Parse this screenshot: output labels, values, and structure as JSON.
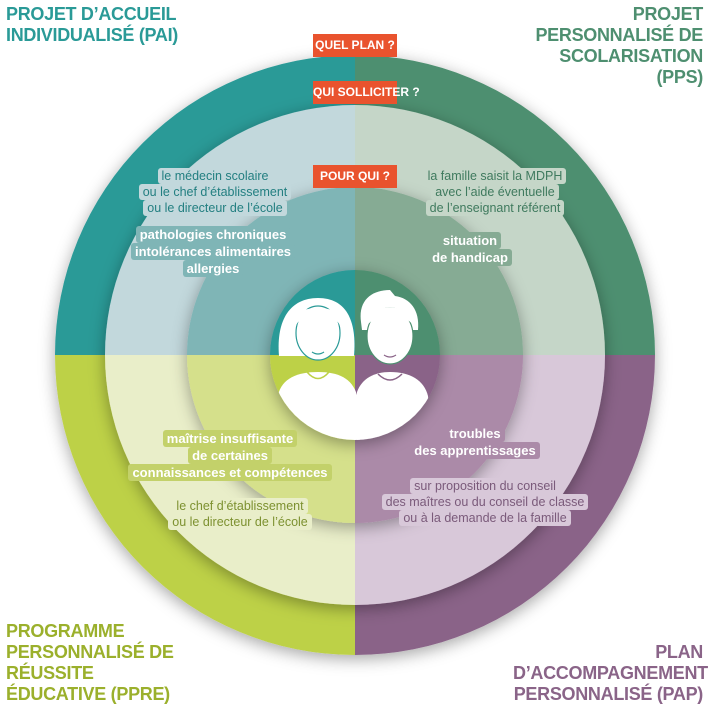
{
  "labels": {
    "plan": "QUEL PLAN ?",
    "who_to_ask": "QUI SOLLICITER ?",
    "for_whom": "POUR QUI ?"
  },
  "colors": {
    "label": "#e9532e",
    "pai": "#2a9a97",
    "pps": "#4e8f70",
    "pap": "#8a6488",
    "ppre": "#bdd146"
  },
  "quadrants": {
    "pai": {
      "plan": "PROJET D’ACCUEIL INDIVIDUALISÉ (PAI)",
      "who": [
        "le médecin scolaire",
        "ou le chef d’établissement",
        "ou le directeur de l’école"
      ],
      "for_whom": [
        "pathologies chroniques",
        "intolérances alimentaires",
        "allergies"
      ]
    },
    "pps": {
      "plan": "PROJET PERSONNALISÉ DE SCOLARISATION (PPS)",
      "who": [
        "la famille saisit la MDPH",
        "avec l’aide éventuelle",
        "de l’enseignant référent"
      ],
      "for_whom": [
        "situation",
        "de handicap"
      ]
    },
    "pap": {
      "plan": "PLAN D’ACCOMPAGNEMENT PERSONNALISÉ (PAP)",
      "who": [
        "sur proposition du conseil",
        "des maîtres ou du conseil de classe",
        "ou à la demande de la famille"
      ],
      "for_whom": [
        "troubles",
        "des apprentissages"
      ]
    },
    "ppre": {
      "plan": "PROGRAMME PERSONNALISÉ DE RÉUSSITE ÉDUCATIVE (PPRE)",
      "who": [
        "le chef d’établissement",
        "ou le directeur de l’école"
      ],
      "for_whom": [
        "maîtrise insuffisante",
        "de certaines",
        "connaissances et compétences"
      ]
    }
  }
}
